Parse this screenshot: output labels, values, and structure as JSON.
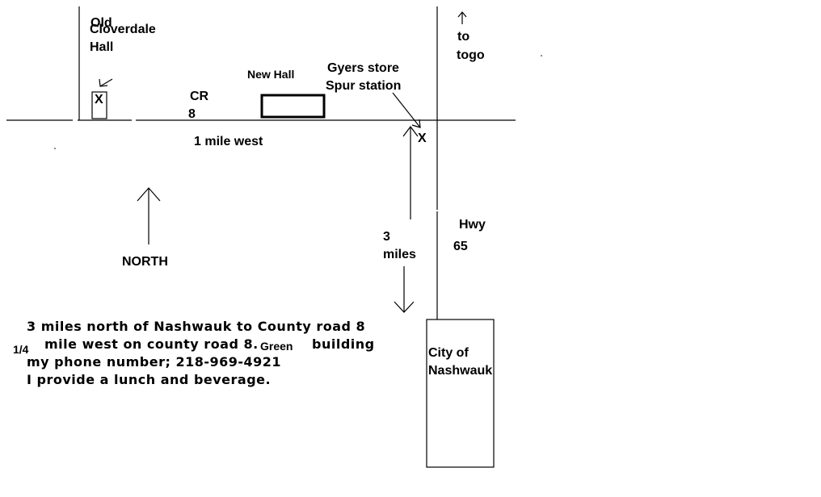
{
  "colors": {
    "background": "#ffffff",
    "ink": "#000000"
  },
  "labels": {
    "old_hall_line1": "Old",
    "old_hall_line2": "Cloverdale",
    "old_hall_line3": "Hall",
    "old_hall_marker": "X",
    "new_hall": "New Hall",
    "cr_line1": "CR",
    "cr_line2": "8",
    "one_mile_west": "1 mile west",
    "gyers_line1": "Gyers store",
    "gyers_line2": "Spur station",
    "store_marker": "X",
    "to_togo_line1": "to",
    "to_togo_line2": "togo",
    "north": "NORTH",
    "three_miles_line1": "3",
    "three_miles_line2": "miles",
    "hwy_line1": "Hwy",
    "hwy_line2": "65",
    "city_line1": "City of",
    "city_line2": "Nashwauk"
  },
  "directions": {
    "line1": "3 miles north of Nashwauk to County road 8",
    "fraction": "1/4",
    "line2a": "mile west on county road 8.",
    "green": "Green",
    "building": "building",
    "line3": "my phone number;   218-969-4921",
    "line4": "I provide a lunch and beverage."
  }
}
